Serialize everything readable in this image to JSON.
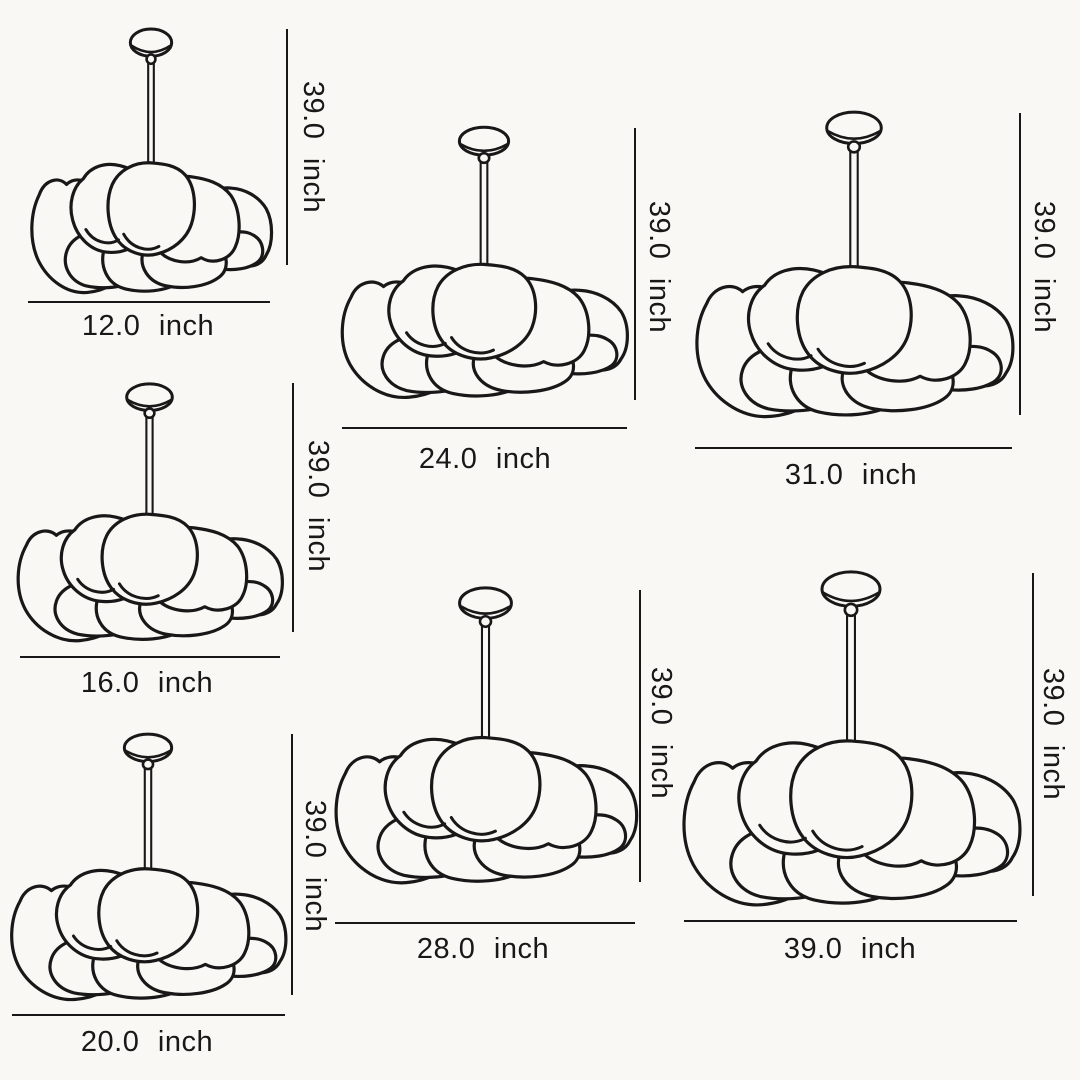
{
  "page": {
    "background_color": "#faf8f4",
    "line_color": "#181818",
    "unit": "inch",
    "product": "cloud-pendant-lamp-size-chart"
  },
  "lamps": [
    {
      "width_label": "12.0  inch",
      "height_label": "39.0  inch",
      "width_in": 12.0,
      "height_in": 39.0,
      "layout": {
        "svg": [
          19,
          22,
          264,
          277
        ],
        "wline": [
          28,
          270,
          302
        ],
        "wlabel": [
          148,
          326
        ],
        "hline": [
          287,
          29,
          265
        ],
        "hlabel": [
          313,
          147
        ]
      }
    },
    {
      "width_label": "16.0  inch",
      "height_label": "39.0  inch",
      "width_in": 16.0,
      "height_in": 39.0,
      "layout": {
        "svg": [
          4,
          377,
          291,
          270
        ],
        "wline": [
          20,
          280,
          657
        ],
        "wlabel": [
          147,
          683
        ],
        "hline": [
          293,
          383,
          632
        ],
        "hlabel": [
          318,
          506
        ]
      }
    },
    {
      "width_label": "20.0  inch",
      "height_label": "39.0  inch",
      "width_in": 20.0,
      "height_in": 39.0,
      "layout": {
        "svg": [
          -3,
          727,
          302,
          279
        ],
        "wline": [
          12,
          285,
          1015
        ],
        "wlabel": [
          147,
          1042
        ],
        "hline": [
          292,
          734,
          995
        ],
        "hlabel": [
          315,
          866
        ]
      }
    },
    {
      "width_label": "24.0  inch",
      "height_label": "39.0  inch",
      "width_in": 24.0,
      "height_in": 39.0,
      "layout": {
        "svg": [
          327,
          120,
          314,
          284
        ],
        "wline": [
          342,
          627,
          428
        ],
        "wlabel": [
          485,
          459
        ],
        "hline": [
          635,
          128,
          400
        ],
        "hlabel": [
          659,
          267
        ]
      }
    },
    {
      "width_label": "28.0  inch",
      "height_label": "39.0  inch",
      "width_in": 28.0,
      "height_in": 39.0,
      "layout": {
        "svg": [
          320,
          580,
          331,
          310
        ],
        "wline": [
          335,
          635,
          923
        ],
        "wlabel": [
          483,
          949
        ],
        "hline": [
          640,
          590,
          882
        ],
        "hlabel": [
          661,
          733
        ]
      }
    },
    {
      "width_label": "31.0  inch",
      "height_label": "39.0  inch",
      "width_in": 31.0,
      "height_in": 39.0,
      "layout": {
        "svg": [
          680,
          104,
          348,
          320
        ],
        "wline": [
          695,
          1012,
          448
        ],
        "wlabel": [
          851,
          475
        ],
        "hline": [
          1020,
          113,
          415
        ],
        "hlabel": [
          1044,
          267
        ]
      }
    },
    {
      "width_label": "39.0  inch",
      "height_label": "39.0  inch",
      "width_in": 39.0,
      "height_in": 39.0,
      "layout": {
        "svg": [
          666,
          563,
          370,
          350
        ],
        "wline": [
          684,
          1017,
          921
        ],
        "wlabel": [
          850,
          949
        ],
        "hline": [
          1033,
          573,
          896
        ],
        "hlabel": [
          1053,
          734
        ]
      }
    }
  ]
}
